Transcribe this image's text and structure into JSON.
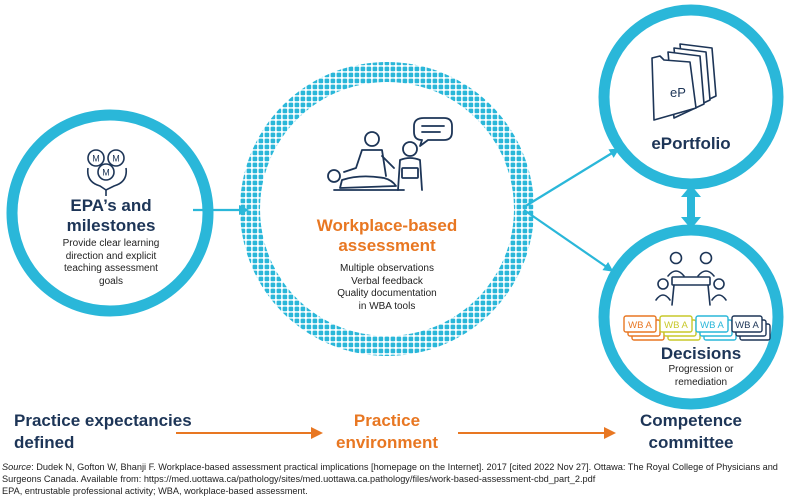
{
  "colors": {
    "ring": "#2ab7d9",
    "navy": "#1d3557",
    "orange": "#e87722",
    "arrow": "#e87722"
  },
  "nodes": {
    "epa": {
      "title_line1": "EPA’s and",
      "title_line2": "milestones",
      "body": [
        "Provide clear learning",
        "direction and explicit",
        "teaching assessment",
        "goals"
      ],
      "icon_letters": [
        "M",
        "M",
        "M"
      ]
    },
    "wba": {
      "title_line1": "Workplace-based",
      "title_line2": "assessment",
      "body": [
        "Multiple observations",
        "Verbal feedback",
        "Quality documentation",
        "in WBA tools"
      ]
    },
    "eportfolio": {
      "title": "ePortfolio",
      "icon_label": "eP"
    },
    "decisions": {
      "title": "Decisions",
      "body": [
        "Progression or",
        "remediation"
      ],
      "cards": [
        "WB A",
        "WB A",
        "WB A",
        "WB A"
      ],
      "card_colors": [
        "#e87722",
        "#c8c82a",
        "#2ab7d9",
        "#1d3557"
      ]
    }
  },
  "bottom_row": {
    "left_line1": "Practice expectancies",
    "left_line2": "defined",
    "middle_line1": "Practice",
    "middle_line2": "environment",
    "right_line1": "Competence",
    "right_line2": "committee"
  },
  "footnote": {
    "source_label": "Source",
    "source_text": ": Dudek N, Gofton W, Bhanji F. Workplace-based assessment practical implications [homepage on the Internet]. 2017 [cited 2022 Nov 27]. Ottawa: The Royal College of Physicians and Surgeons Canada. Available from: https://med.uottawa.ca/pathology/sites/med.uottawa.ca.pathology/files/work-based-assessment-cbd_part_2.pdf",
    "abbreviations": "EPA, entrustable professional activity; WBA, workplace-based assessment."
  }
}
